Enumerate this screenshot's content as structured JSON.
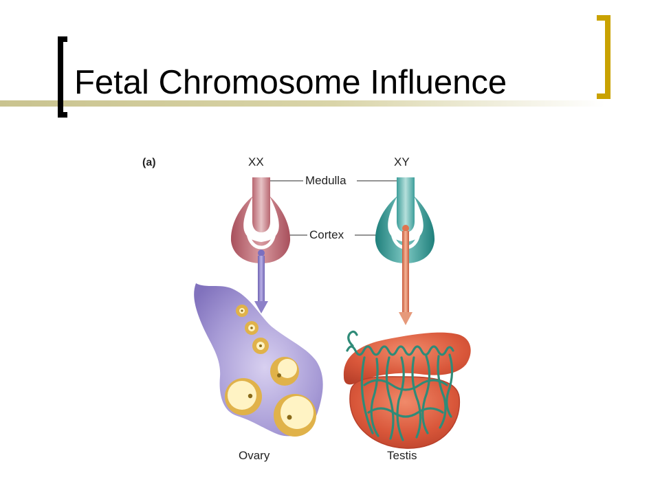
{
  "slide": {
    "title": "Fetal Chromosome Influence"
  },
  "diagram": {
    "panel_label": "(a)",
    "left_karyotype": "XX",
    "right_karyotype": "XY",
    "label_medulla": "Medulla",
    "label_cortex": "Cortex",
    "label_ovary": "Ovary",
    "label_testis": "Testis"
  },
  "colors": {
    "accent_gold": "#c9a200",
    "title_text": "#000000",
    "ovary_gonad": "#b8636e",
    "testis_gonad": "#2e9a94",
    "ovary_tissue": "#9d91cf",
    "testis_tissue": "#d9573a",
    "follicle": "#e0b24a",
    "tubule": "#2f8b78"
  }
}
